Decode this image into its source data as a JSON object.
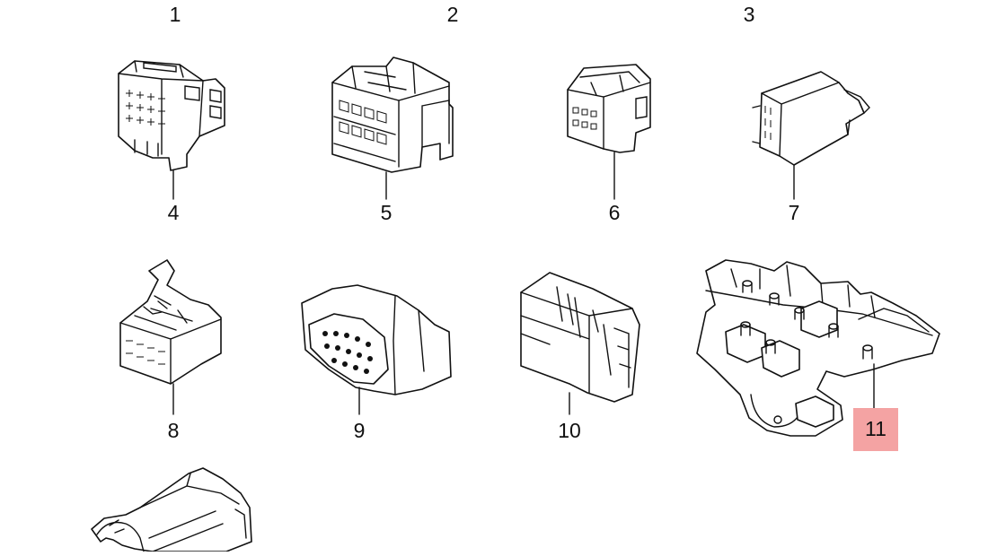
{
  "callouts": {
    "p1": "1",
    "p2": "2",
    "p3": "3",
    "p4": "4",
    "p5": "5",
    "p6": "6",
    "p7": "7",
    "p8": "8",
    "p9": "9",
    "p10": "10",
    "p11": "11"
  },
  "highlight": {
    "target": "p11",
    "color": "#f4a3a3"
  }
}
